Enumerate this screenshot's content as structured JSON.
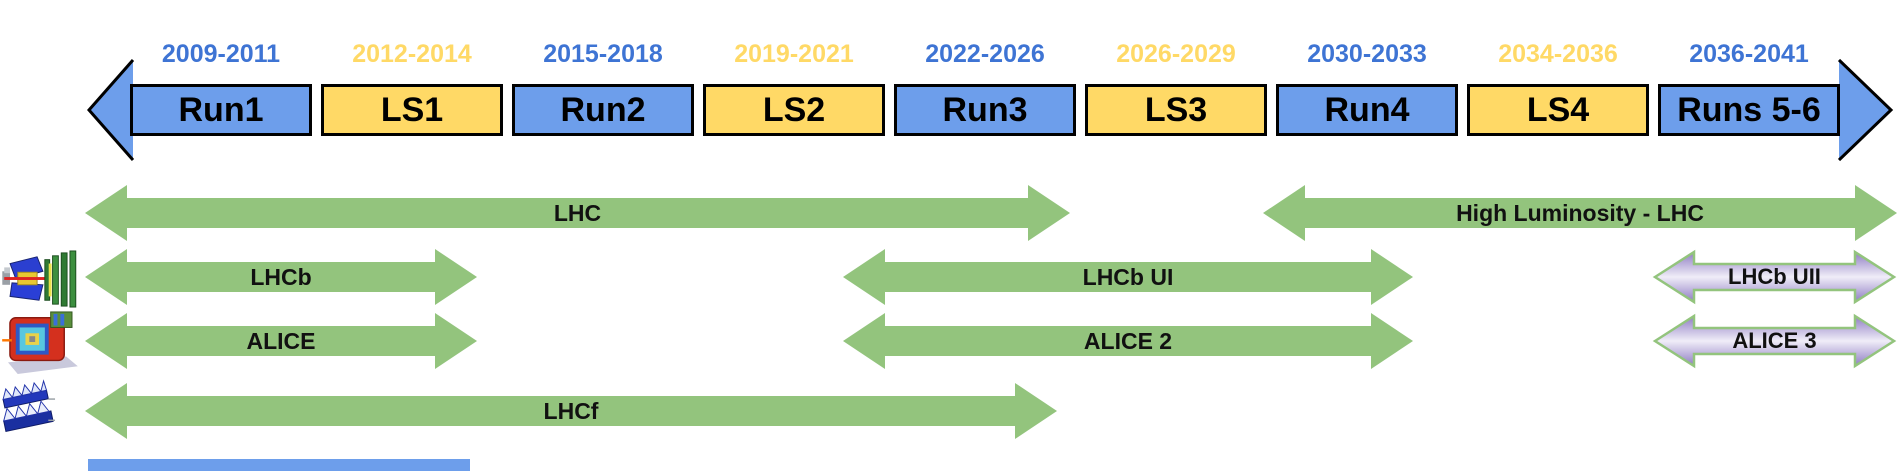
{
  "timeline": {
    "segments": [
      {
        "dates": "2009-2011",
        "label": "Run1",
        "type": "run"
      },
      {
        "dates": "2012-2014",
        "label": "LS1",
        "type": "shutdown"
      },
      {
        "dates": "2015-2018",
        "label": "Run2",
        "type": "run"
      },
      {
        "dates": "2019-2021",
        "label": "LS2",
        "type": "shutdown"
      },
      {
        "dates": "2022-2026",
        "label": "Run3",
        "type": "run"
      },
      {
        "dates": "2026-2029",
        "label": "LS3",
        "type": "shutdown"
      },
      {
        "dates": "2030-2033",
        "label": "Run4",
        "type": "run"
      },
      {
        "dates": "2034-2036",
        "label": "LS4",
        "type": "shutdown"
      },
      {
        "dates": "2036-2041",
        "label": "Runs 5-6",
        "type": "run"
      }
    ]
  },
  "program_arrows": [
    {
      "label": "LHC",
      "color": "green"
    },
    {
      "label": "High Luminosity - LHC",
      "color": "green"
    },
    {
      "label": "LHCb",
      "color": "green"
    },
    {
      "label": "LHCb UI",
      "color": "green"
    },
    {
      "label": "LHCb UII",
      "color": "purple"
    },
    {
      "label": "ALICE",
      "color": "green"
    },
    {
      "label": "ALICE 2",
      "color": "green"
    },
    {
      "label": "ALICE 3",
      "color": "purple"
    },
    {
      "label": "LHCf",
      "color": "green"
    }
  ],
  "detector_images": [
    {
      "name": "lhcb-detector-3d-render"
    },
    {
      "name": "alice-detector-3d-render"
    },
    {
      "name": "lhcf-detector-3d-render"
    }
  ],
  "colors": {
    "run_blue": "#6d9eeb",
    "shutdown_yellow": "#ffd966",
    "date_blue": "#3e74d4",
    "date_yellow": "#ffd966",
    "arrow_green": "#93c47d",
    "upgrade_purple": "#8e7cc3",
    "upgrade_purple_light": "#f0edf8"
  }
}
